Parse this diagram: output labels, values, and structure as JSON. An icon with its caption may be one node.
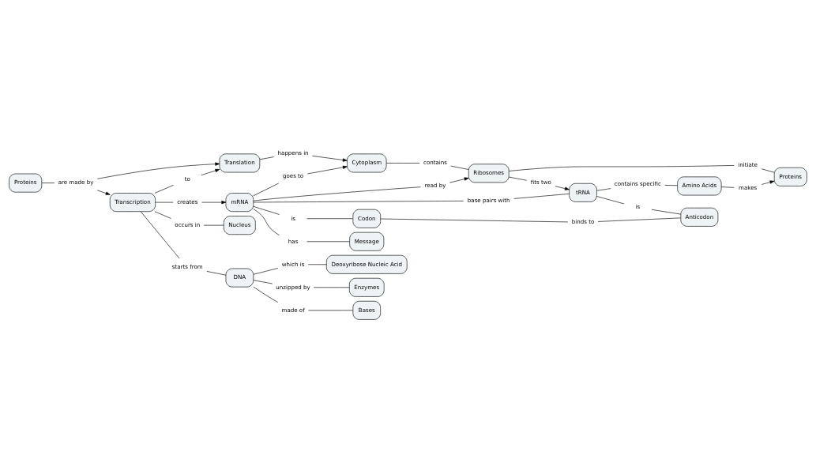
{
  "diagram": {
    "nodes": [
      {
        "text": [
          "Proteins"
        ]
      },
      {
        "text": [
          "are made by"
        ]
      },
      {
        "text": [
          "Translation"
        ]
      },
      {
        "text": [
          "Transcription"
        ]
      },
      {
        "text": [
          "to"
        ]
      },
      {
        "text": [
          "Cytoplasm"
        ]
      },
      {
        "text": [
          "happens in"
        ]
      },
      {
        "text": [
          "occurs in"
        ]
      },
      {
        "text": [
          "starts from"
        ]
      },
      {
        "text": [
          "creates"
        ]
      },
      {
        "text": [
          "goes to"
        ]
      },
      {
        "text": [
          "Nucleus"
        ]
      },
      {
        "text": [
          "mRNA"
        ]
      },
      {
        "text": [
          "DNA"
        ]
      },
      {
        "text": [
          "contains"
        ]
      },
      {
        "text": [
          "which is"
        ]
      },
      {
        "text": [
          "unzipped by"
        ]
      },
      {
        "text": [
          "read by"
        ]
      },
      {
        "text": [
          "base pairs with"
        ]
      },
      {
        "text": [
          "Ribosomes"
        ]
      },
      {
        "text": [
          "made of"
        ]
      },
      {
        "text": [
          "is"
        ]
      },
      {
        "text": [
          "has"
        ]
      },
      {
        "text": [
          "fits two"
        ]
      },
      {
        "text": [
          "tRNA"
        ]
      },
      {
        "text": [
          "Bases"
        ]
      },
      {
        "text": [
          "Codon"
        ]
      },
      {
        "text": [
          "contains specific"
        ]
      },
      {
        "text": [
          "Deoxyribose Nucleic Acid"
        ]
      },
      {
        "text": [
          "is"
        ]
      },
      {
        "text": [
          "binds to"
        ]
      },
      {
        "text": [
          "Enzymes"
        ]
      },
      {
        "text": [
          "initiate"
        ]
      },
      {
        "text": [
          "Amino Acids"
        ]
      },
      {
        "text": [
          "Message"
        ]
      },
      {
        "text": [
          "Anticodon"
        ]
      },
      {
        "text": [
          "makes"
        ]
      },
      {
        "text": [
          "Proteins"
        ]
      }
    ],
    "edges": [
      {
        "from": 0,
        "to": 1,
        "arrow": "none"
      },
      {
        "from": 1,
        "to": 2,
        "arrow": "to"
      },
      {
        "from": 1,
        "to": 3,
        "arrow": "to"
      },
      {
        "from": 3,
        "to": 4,
        "arrow": "none"
      },
      {
        "from": 4,
        "to": 2,
        "arrow": "to"
      },
      {
        "from": 2,
        "to": 6,
        "arrow": "none"
      },
      {
        "from": 6,
        "to": 5,
        "arrow": "to"
      },
      {
        "from": 3,
        "to": 7,
        "arrow": "none"
      },
      {
        "from": 7,
        "to": 11,
        "arrow": "none"
      },
      {
        "from": 3,
        "to": 8,
        "arrow": "none"
      },
      {
        "from": 8,
        "to": 13,
        "arrow": "none"
      },
      {
        "from": 3,
        "to": 9,
        "arrow": "none"
      },
      {
        "from": 9,
        "to": 12,
        "arrow": "to"
      },
      {
        "from": 12,
        "to": 10,
        "arrow": "none"
      },
      {
        "from": 10,
        "to": 5,
        "arrow": "to"
      },
      {
        "from": 5,
        "to": 14,
        "arrow": "none"
      },
      {
        "from": 14,
        "to": 19,
        "arrow": "none"
      },
      {
        "from": 13,
        "to": 15,
        "arrow": "none"
      },
      {
        "from": 15,
        "to": 28,
        "arrow": "none"
      },
      {
        "from": 13,
        "to": 16,
        "arrow": "none"
      },
      {
        "from": 16,
        "to": 31,
        "arrow": "none"
      },
      {
        "from": 13,
        "to": 20,
        "arrow": "none"
      },
      {
        "from": 20,
        "to": 25,
        "arrow": "none"
      },
      {
        "from": 12,
        "to": 17,
        "arrow": "none"
      },
      {
        "from": 17,
        "to": 19,
        "arrow": "to"
      },
      {
        "from": 12,
        "to": 22,
        "arrow": "none"
      },
      {
        "from": 22,
        "to": 34,
        "arrow": "none"
      },
      {
        "from": 12,
        "to": 21,
        "arrow": "none"
      },
      {
        "from": 21,
        "to": 26,
        "arrow": "none"
      },
      {
        "from": 12,
        "to": 18,
        "arrow": "none"
      },
      {
        "from": 18,
        "to": 24,
        "arrow": "none"
      },
      {
        "from": 19,
        "to": 23,
        "arrow": "none"
      },
      {
        "from": 23,
        "to": 24,
        "arrow": "to"
      },
      {
        "from": 24,
        "to": 27,
        "arrow": "none"
      },
      {
        "from": 27,
        "to": 33,
        "arrow": "none"
      },
      {
        "from": 26,
        "to": 30,
        "arrow": "none"
      },
      {
        "from": 30,
        "to": 35,
        "arrow": "none"
      },
      {
        "from": 24,
        "to": 29,
        "arrow": "none"
      },
      {
        "from": 29,
        "to": 35,
        "arrow": "none"
      },
      {
        "from": 19,
        "to": 32,
        "arrow": "none"
      },
      {
        "from": 32,
        "to": 37,
        "arrow": "none"
      },
      {
        "from": 33,
        "to": 36,
        "arrow": "none"
      },
      {
        "from": 36,
        "to": 37,
        "arrow": "to"
      }
    ]
  }
}
